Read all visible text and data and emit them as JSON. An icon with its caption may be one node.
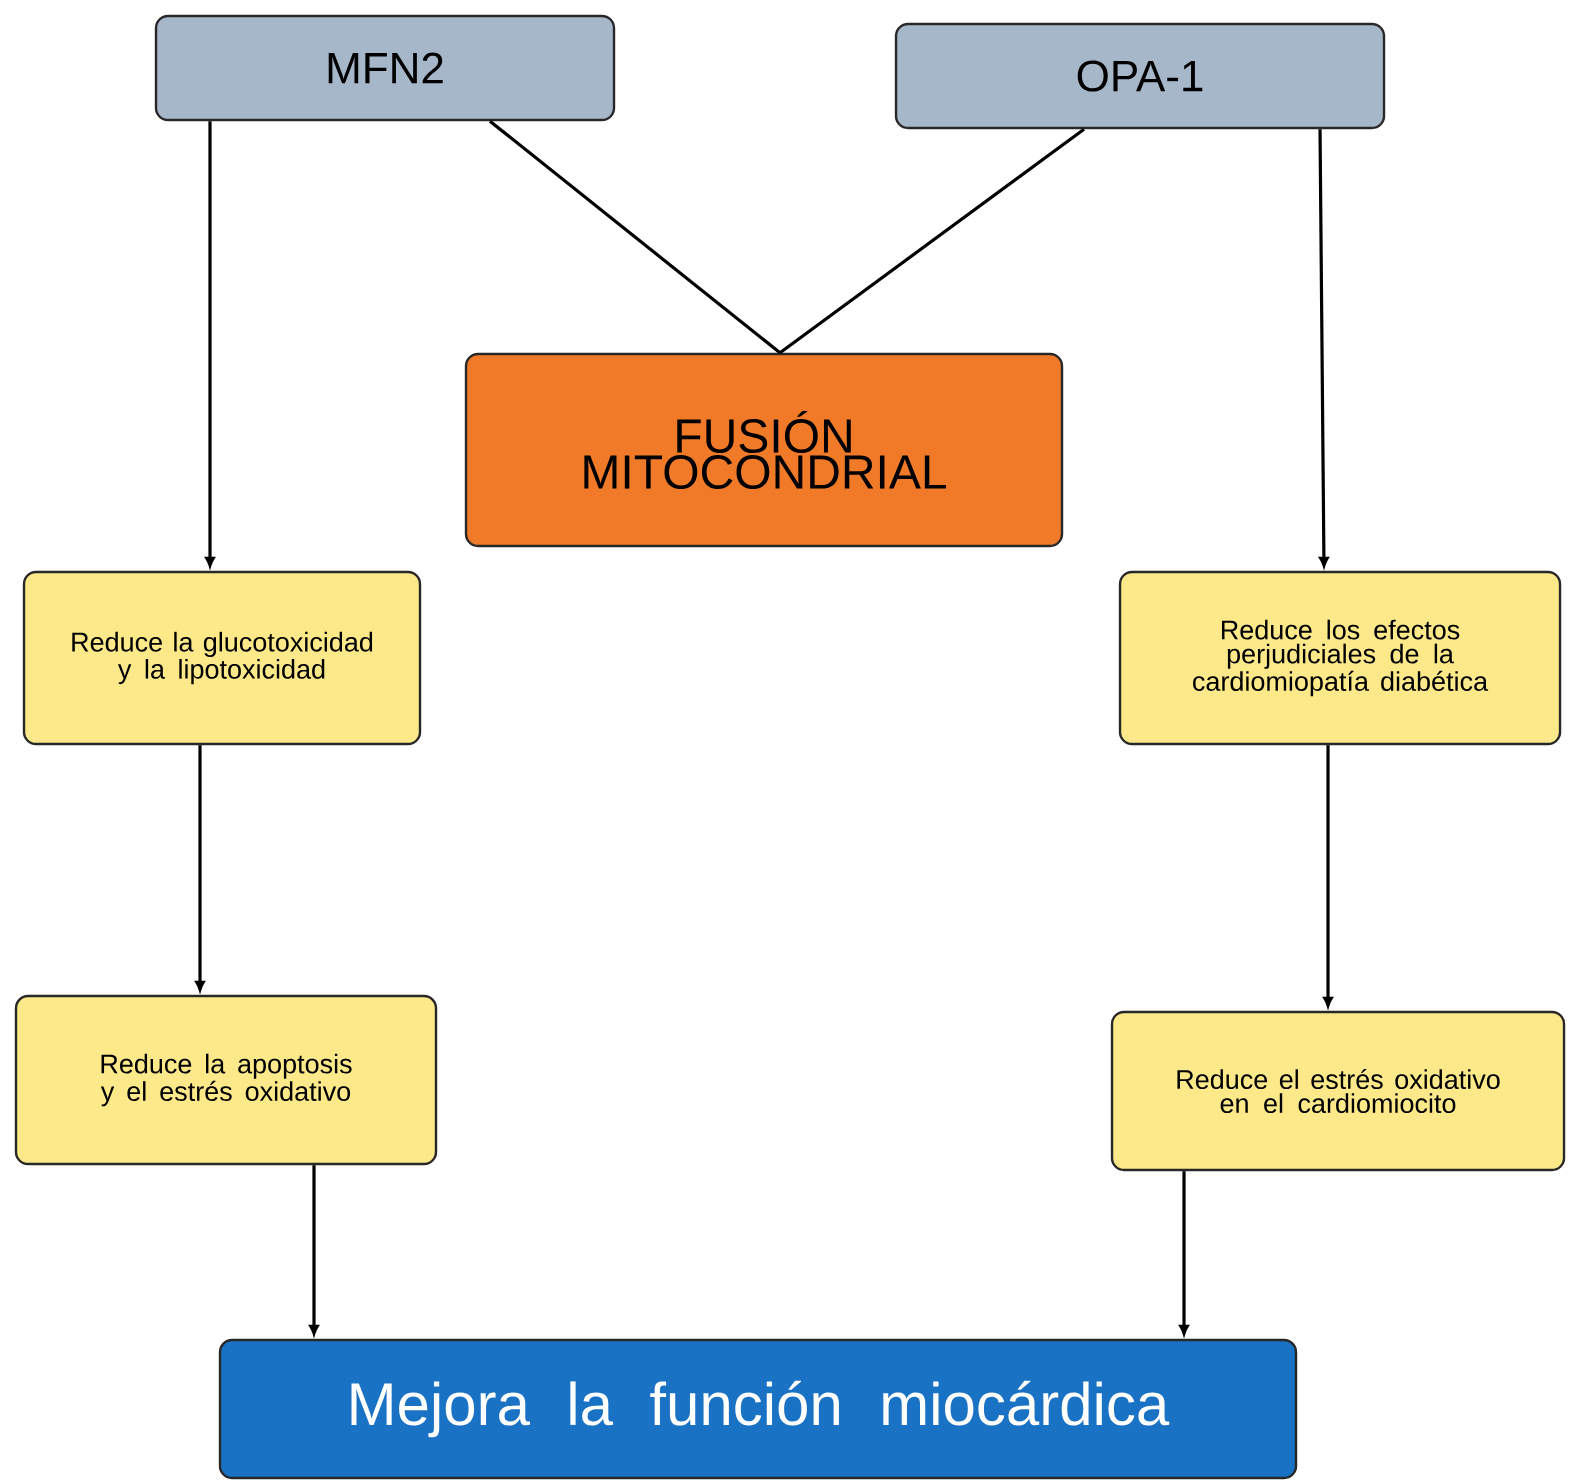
{
  "diagram": {
    "nodes": [
      {
        "text": [
          "MFN2"
        ]
      },
      {
        "text": [
          "OPA-1"
        ]
      },
      {
        "text": [
          "FUSIÓN MITOCONDRIAL"
        ]
      },
      {
        "text": [
          "Reduce la glucotoxicidad y la lipotoxicidad"
        ]
      },
      {
        "text": [
          "Reduce los efectos perjudiciales de la cardiomiopatía diabética"
        ]
      },
      {
        "text": [
          "Reduce la apoptosis y el estrés oxidativo"
        ]
      },
      {
        "text": [
          "Reduce el estrés oxidativo en el cardiomiocito"
        ]
      },
      {
        "text": [
          "Mejora la función miocárdica"
        ]
      }
    ],
    "edges": [
      {
        "from": 0,
        "to": 2,
        "arrow": "none"
      },
      {
        "from": 1,
        "to": 2,
        "arrow": "none"
      },
      {
        "from": 0,
        "to": 3,
        "arrow": "to"
      },
      {
        "from": 1,
        "to": 4,
        "arrow": "to"
      },
      {
        "from": 3,
        "to": 5,
        "arrow": "to"
      },
      {
        "from": 4,
        "to": 6,
        "arrow": "to"
      },
      {
        "from": 5,
        "to": 7,
        "arrow": "to"
      },
      {
        "from": 6,
        "to": 7,
        "arrow": "to"
      }
    ]
  }
}
